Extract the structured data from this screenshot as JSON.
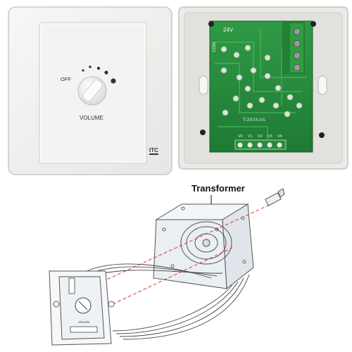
{
  "front_plate": {
    "off_label": "OFF",
    "volume_label": "VOLUME",
    "logo_text": "ITC"
  },
  "pcb": {
    "voltage_label": "24V",
    "com_label": "COM",
    "terminal_labels": [
      "V0",
      "V1",
      "V2",
      "V3",
      "V4"
    ],
    "part_code": "T-2S7A-V1"
  },
  "diagram": {
    "transformer_label": "Transformer",
    "mini_volume_label": "VOLUM"
  }
}
